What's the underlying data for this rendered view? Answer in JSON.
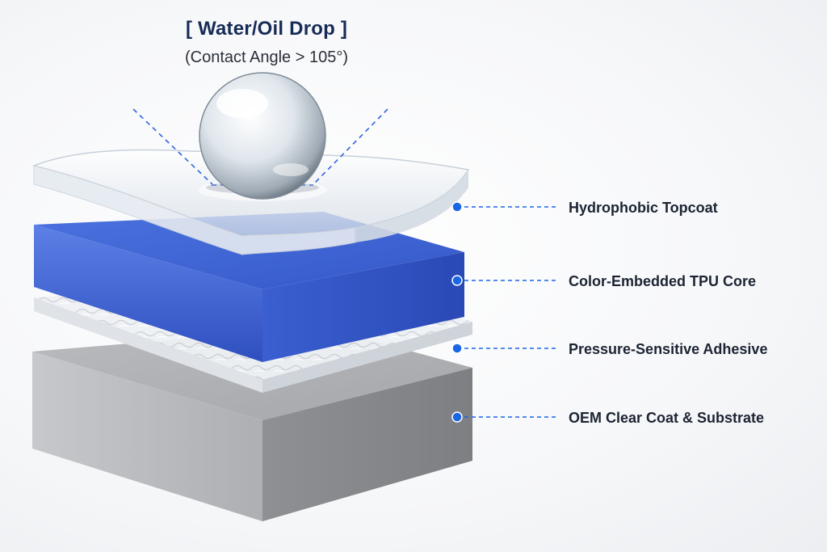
{
  "header": {
    "title": "[ Water/Oil Drop ]",
    "subtitle": "(Contact Angle > 105°)"
  },
  "layers": [
    {
      "label": "Hydrophobic Topcoat",
      "color": "#dfe6ee"
    },
    {
      "label": "Color-Embedded TPU Core",
      "color": "#3c63d6"
    },
    {
      "label": "Pressure-Sensitive Adhesive",
      "color": "#e8ebef"
    },
    {
      "label": "OEM Clear Coat & Substrate",
      "color": "#9a9ca0"
    }
  ],
  "accent": "#1a66e6"
}
